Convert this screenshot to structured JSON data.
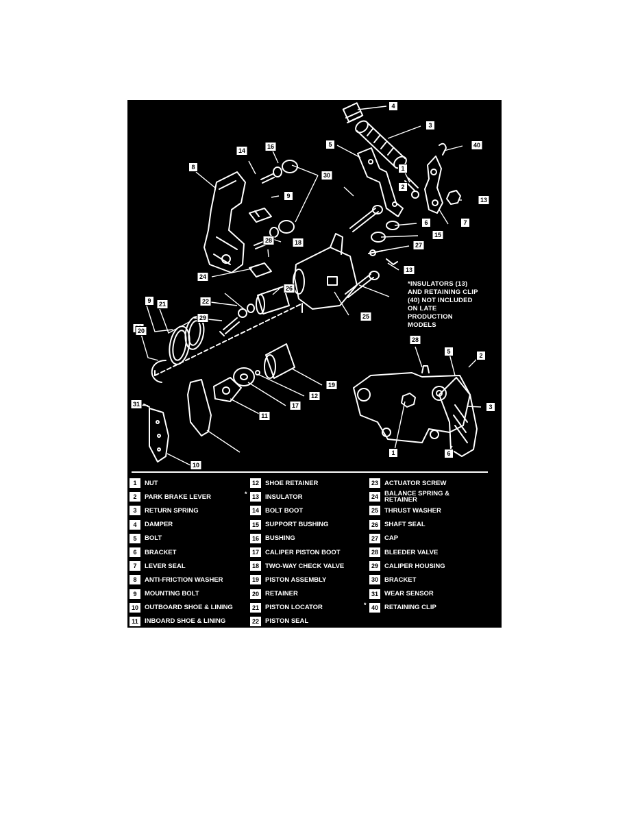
{
  "colors": {
    "background": "#000000",
    "linework": "#ffffff",
    "callout_fill": "#ffffff",
    "callout_text": "#000000"
  },
  "diagram": {
    "callouts": [
      "4",
      "3",
      "40",
      "16",
      "14",
      "30",
      "8",
      "5",
      "1",
      "13",
      "9",
      "2",
      "7",
      "6",
      "15",
      "18",
      "28",
      "27",
      "13",
      "24",
      "26",
      "9",
      "21",
      "22",
      "25",
      "29",
      "23",
      "20",
      "28",
      "5",
      "2",
      "19",
      "3",
      "31",
      "17",
      "12",
      "11",
      "1",
      "6",
      "10"
    ],
    "note": "*INSULATORS (13)\nAND RETAINING CLIP\n(40) NOT INCLUDED\nON LATE\nPRODUCTION\nMODELS"
  },
  "legend": [
    {
      "num": "1",
      "label": "NUT",
      "star": ""
    },
    {
      "num": "2",
      "label": "PARK BRAKE LEVER",
      "star": ""
    },
    {
      "num": "3",
      "label": "RETURN SPRING",
      "star": ""
    },
    {
      "num": "4",
      "label": "DAMPER",
      "star": ""
    },
    {
      "num": "5",
      "label": "BOLT",
      "star": ""
    },
    {
      "num": "6",
      "label": "BRACKET",
      "star": ""
    },
    {
      "num": "7",
      "label": "LEVER SEAL",
      "star": ""
    },
    {
      "num": "8",
      "label": "ANTI-FRICTION WASHER",
      "star": ""
    },
    {
      "num": "9",
      "label": "MOUNTING BOLT",
      "star": ""
    },
    {
      "num": "10",
      "label": "OUTBOARD SHOE & LINING",
      "star": ""
    },
    {
      "num": "11",
      "label": "INBOARD SHOE & LINING",
      "star": ""
    },
    {
      "num": "12",
      "label": "SHOE RETAINER",
      "star": ""
    },
    {
      "num": "13",
      "label": "INSULATOR",
      "star": "*"
    },
    {
      "num": "14",
      "label": "BOLT BOOT",
      "star": ""
    },
    {
      "num": "15",
      "label": "SUPPORT BUSHING",
      "star": ""
    },
    {
      "num": "16",
      "label": "BUSHING",
      "star": ""
    },
    {
      "num": "17",
      "label": "CALIPER PISTON BOOT",
      "star": ""
    },
    {
      "num": "18",
      "label": "TWO-WAY CHECK VALVE",
      "star": ""
    },
    {
      "num": "19",
      "label": "PISTON ASSEMBLY",
      "star": ""
    },
    {
      "num": "20",
      "label": "RETAINER",
      "star": ""
    },
    {
      "num": "21",
      "label": "PISTON LOCATOR",
      "star": ""
    },
    {
      "num": "22",
      "label": "PISTON SEAL",
      "star": ""
    },
    {
      "num": "23",
      "label": "ACTUATOR SCREW",
      "star": ""
    },
    {
      "num": "24",
      "label": "BALANCE SPRING & RETAINER",
      "star": ""
    },
    {
      "num": "25",
      "label": "THRUST WASHER",
      "star": ""
    },
    {
      "num": "26",
      "label": "SHAFT SEAL",
      "star": ""
    },
    {
      "num": "27",
      "label": "CAP",
      "star": ""
    },
    {
      "num": "28",
      "label": "BLEEDER VALVE",
      "star": ""
    },
    {
      "num": "29",
      "label": "CALIPER HOUSING",
      "star": ""
    },
    {
      "num": "30",
      "label": "BRACKET",
      "star": ""
    },
    {
      "num": "31",
      "label": "WEAR SENSOR",
      "star": ""
    },
    {
      "num": "40",
      "label": "RETAINING CLIP",
      "star": "*"
    }
  ]
}
